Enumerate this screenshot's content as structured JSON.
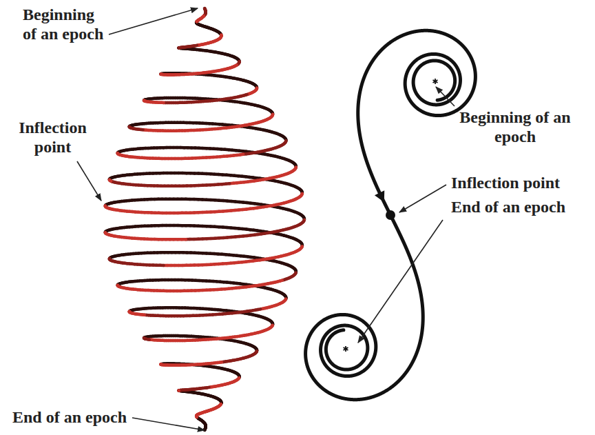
{
  "diagram": {
    "labels": [
      "Beginning of an epoch",
      "Inflection point",
      "End of an epoch",
      "Beginning of an epoch",
      "Inflection point",
      "End of an epoch"
    ]
  }
}
